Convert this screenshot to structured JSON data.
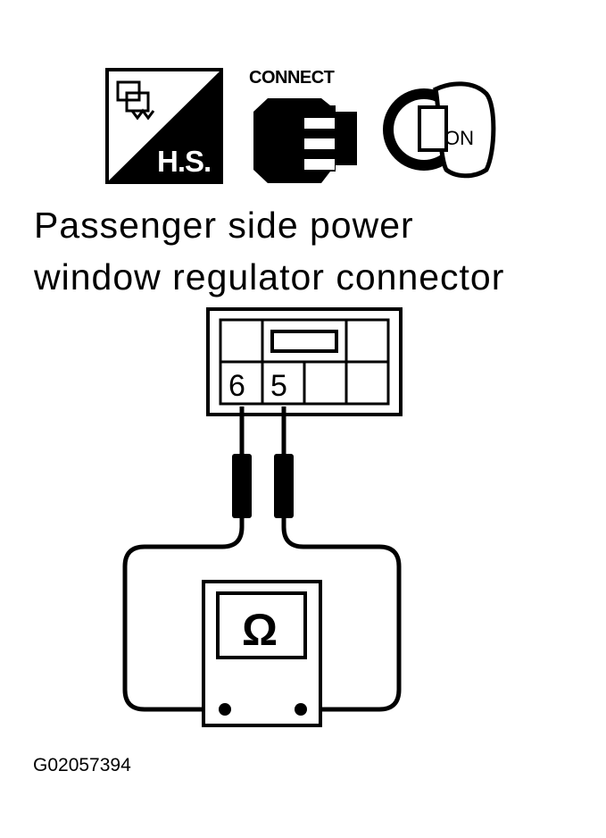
{
  "icons": {
    "harness_label": "H.S.",
    "connect_label": "CONNECT",
    "ignition_label": "ON"
  },
  "title": {
    "line1": "Passenger side power",
    "line2": "window regulator connector"
  },
  "connector": {
    "pin_a": "6",
    "pin_b": "5"
  },
  "meter": {
    "symbol": "Ω"
  },
  "figure_id": "G02057394"
}
